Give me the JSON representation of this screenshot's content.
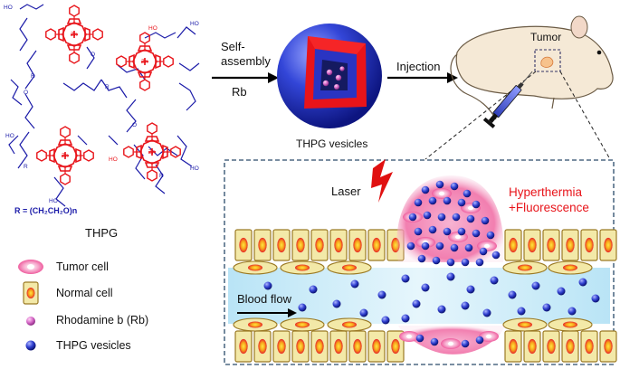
{
  "molecule": {
    "name": "THPG",
    "r_group": "R = (CH₂CH₂O)n",
    "atom_labels": {
      "hydroxyl": "HO",
      "oxygen": "O",
      "nitrogen": "N",
      "zinc": "Zn",
      "r": "R"
    }
  },
  "arrows": {
    "self_assembly": "Self-\nassembly",
    "rb": "Rb",
    "injection": "Injection"
  },
  "vesicle_caption": "THPG vesicles",
  "mouse": {
    "tumor_label": "Tumor"
  },
  "inset": {
    "laser": "Laser",
    "effect_line1": "Hyperthermia",
    "effect_line2": "+Fluorescence",
    "blood_flow": "Blood flow"
  },
  "legend": [
    {
      "label": "Tumor cell",
      "icon": "tumor-cell-icon"
    },
    {
      "label": "Normal cell",
      "icon": "normal-cell-icon"
    },
    {
      "label": "Rhodamine b (Rb)",
      "icon": "rhodamine-sphere-icon"
    },
    {
      "label": "THPG vesicles",
      "icon": "vesicle-sphere-icon"
    }
  ],
  "colors": {
    "porphyrin": "#e8141a",
    "linker": "#1a1aa8",
    "vesicle": "#2b3bd1",
    "rhodamine": "#d467c6",
    "tumor_glow": "#f25a9a",
    "cell_fill": "#f3e9a8",
    "cell_border": "#9b7a25",
    "blood": "#bfe6f7",
    "laser": "#e01010",
    "effect_text": "#e8141a"
  }
}
